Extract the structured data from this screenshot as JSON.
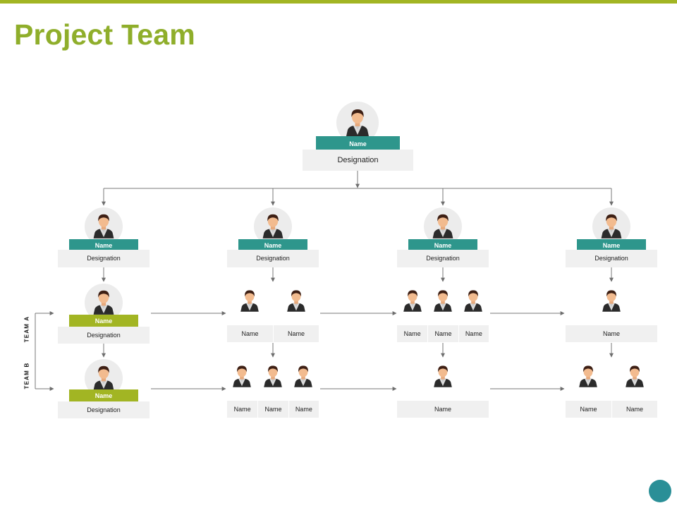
{
  "title": "Project Team",
  "colors": {
    "accent_green": "#a2b523",
    "title_green": "#8fae2b",
    "teal": "#2e968c",
    "box_gray": "#f0f0f0",
    "line_gray": "#6e6e6e",
    "dot_teal": "#2a8f97"
  },
  "top": {
    "name": "Name",
    "designation": "Designation"
  },
  "managers": [
    {
      "name": "Name",
      "designation": "Designation"
    },
    {
      "name": "Name",
      "designation": "Designation"
    },
    {
      "name": "Name",
      "designation": "Designation"
    },
    {
      "name": "Name",
      "designation": "Designation"
    }
  ],
  "team_a": {
    "label": "TEAM A",
    "lead": {
      "name": "Name",
      "designation": "Designation"
    },
    "groups": [
      [
        "Name",
        "Name"
      ],
      [
        "Name",
        "Name",
        "Name"
      ],
      [
        "Name"
      ]
    ]
  },
  "team_b": {
    "label": "TEAM B",
    "lead": {
      "name": "Name",
      "designation": "Designation"
    },
    "groups": [
      [
        "Name",
        "Name",
        "Name"
      ],
      [
        "Name"
      ],
      [
        "Name",
        "Name"
      ]
    ]
  }
}
